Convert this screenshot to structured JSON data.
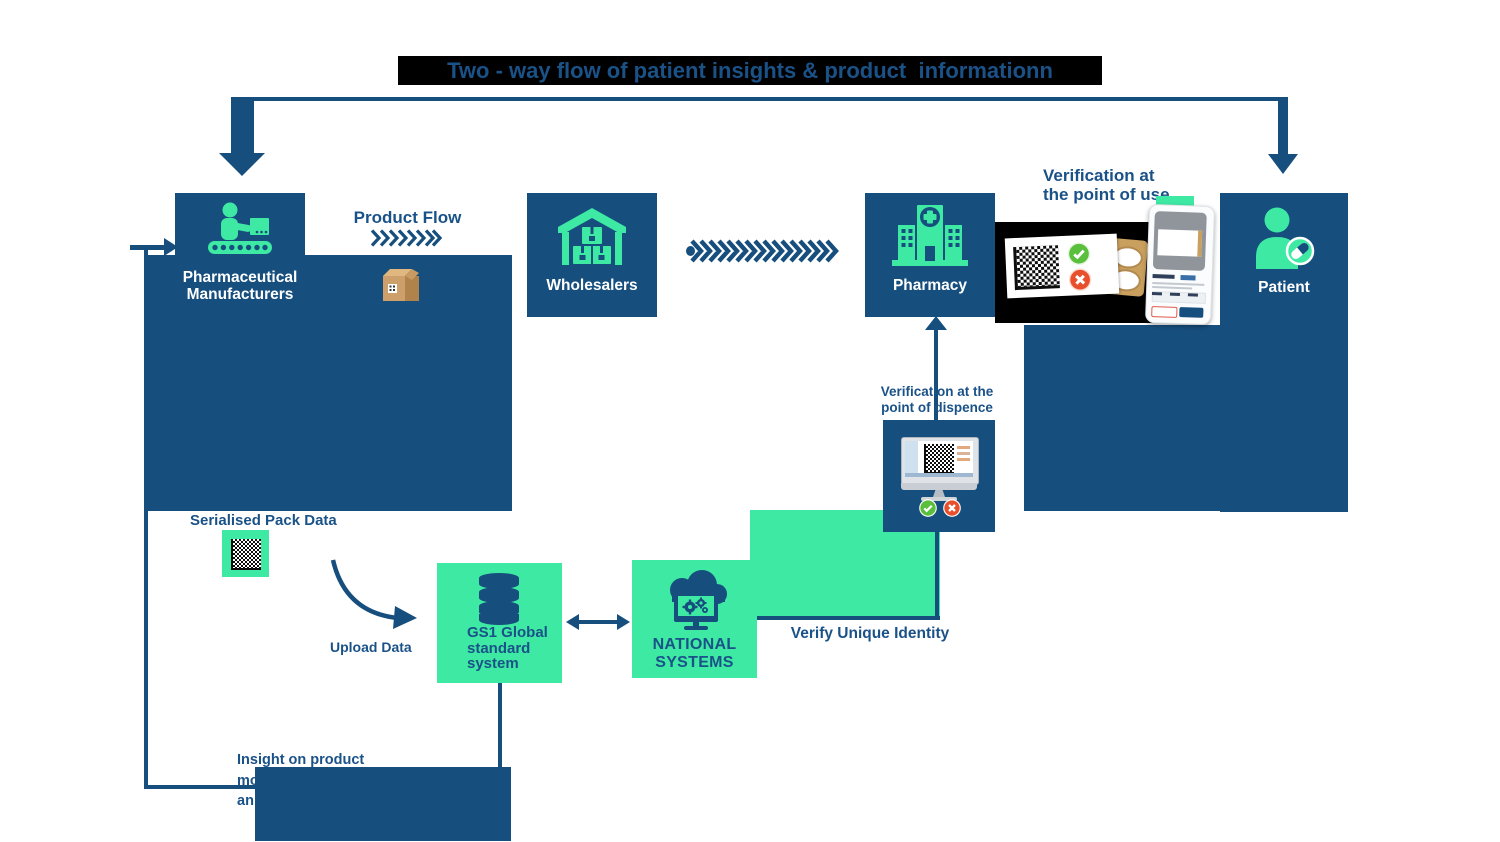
{
  "title": "Two - way flow of patient insights & product  informationn",
  "colors": {
    "navy": "#164E7E",
    "navy_text": "#1A5288",
    "green": "#3EE9A4",
    "highlight_black": "#000000",
    "check_green": "#5ABF3C",
    "cross_red": "#E8502D",
    "carton_tan": "#C99B63"
  },
  "nodes": {
    "manufacturer": {
      "label_line1": "Pharmaceutical",
      "label_line2": "Manufacturers"
    },
    "wholesalers": {
      "label": "Wholesalers"
    },
    "pharmacy": {
      "label": "Pharmacy"
    },
    "patient": {
      "label": "Patient"
    },
    "gs1": {
      "label_line1": "GS1 Global",
      "label_line2": "standard",
      "label_line3": "system"
    },
    "national_systems": {
      "label_line1": "NATIONAL",
      "label_line2": "SYSTEMS"
    }
  },
  "labels": {
    "product_flow": "Product Flow",
    "verify_use_line1": "Verification at",
    "verify_use_line2": "the point of use",
    "verify_dispense_line1": "Verification at the",
    "verify_dispense_line2": "point of dispence",
    "serialised_pack_data": "Serialised Pack Data",
    "upload_data": "Upload Data",
    "verify_unique_identity": "Verify Unique Identity",
    "insight_line1": "Insight on product",
    "insight_line2": "mo",
    "insight_line3": "an"
  }
}
